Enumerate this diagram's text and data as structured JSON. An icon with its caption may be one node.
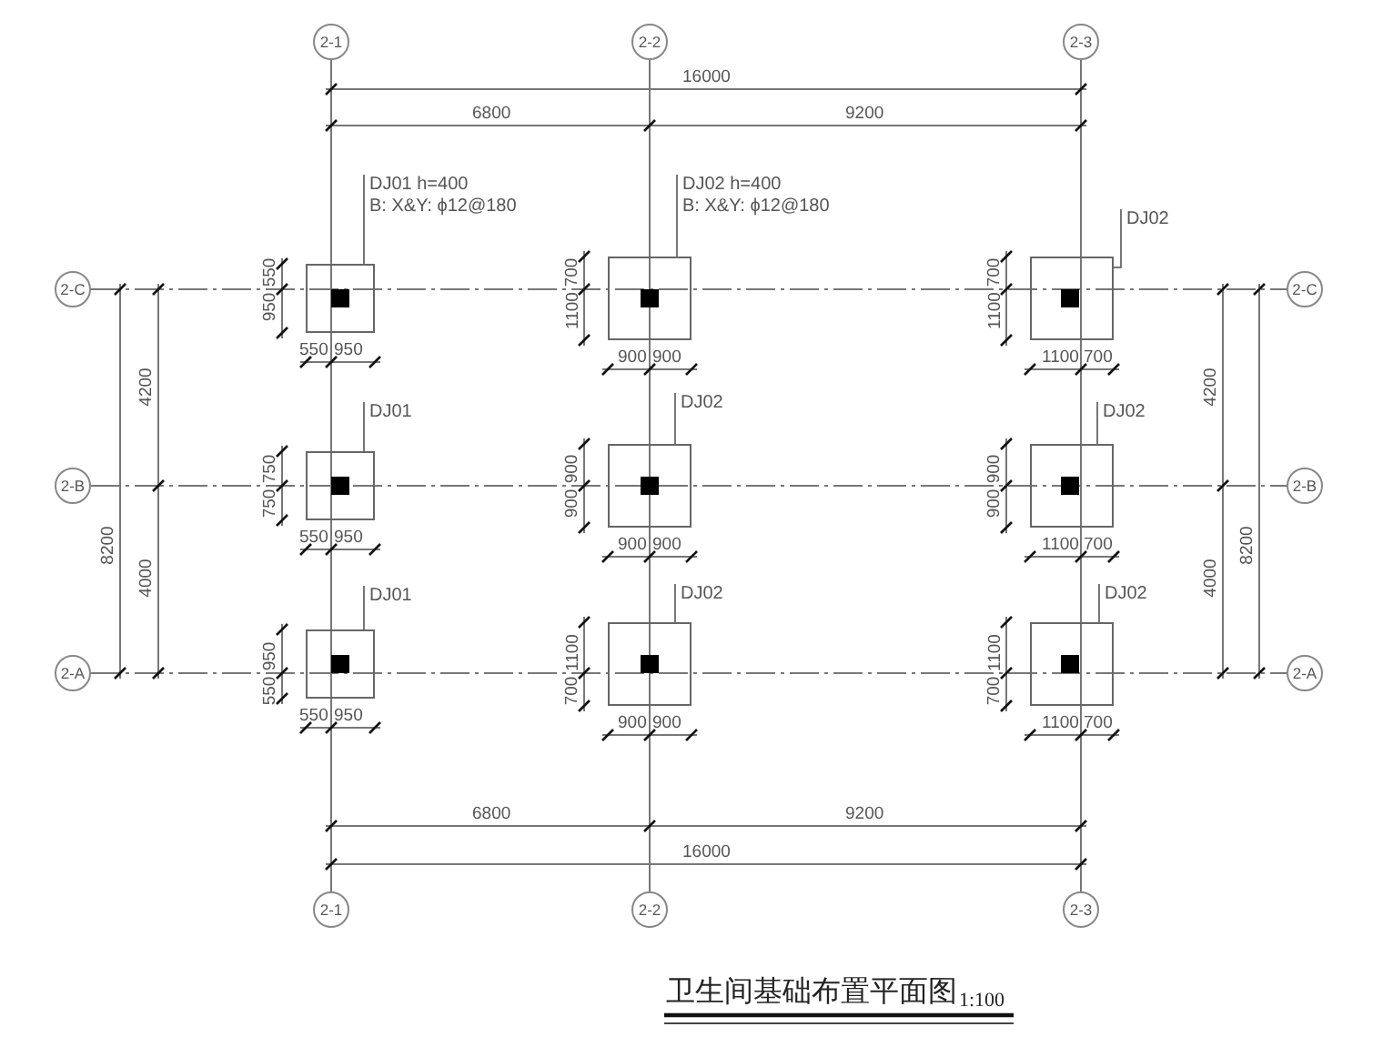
{
  "diagram": {
    "title": "卫生间基础布置平面图",
    "nodes": [
      {
        "text": [
          "2-1"
        ]
      },
      {
        "text": [
          "2-2"
        ]
      },
      {
        "text": [
          "2-3"
        ]
      },
      {
        "text": [
          "2-C"
        ]
      },
      {
        "text": [
          "DJ01 h=400",
          "B: X&Y: ϕ12@180"
        ]
      },
      {
        "text": [],
        "shape": "box"
      },
      {
        "text": [
          "DJ02 h=400",
          "B: X&Y: ϕ12@180"
        ]
      },
      {
        "text": [],
        "shape": "box"
      },
      {
        "text": [
          "DJ02"
        ]
      },
      {
        "text": [],
        "shape": "box"
      },
      {
        "text": [
          "2-C"
        ]
      },
      {
        "text": [
          "2-B"
        ]
      },
      {
        "text": [
          "DJ01"
        ]
      },
      {
        "text": [],
        "shape": "box"
      },
      {
        "text": [
          "DJ02"
        ]
      },
      {
        "text": [],
        "shape": "box"
      },
      {
        "text": [
          "DJ02"
        ]
      },
      {
        "text": [],
        "shape": "box"
      },
      {
        "text": [
          "2-B"
        ]
      },
      {
        "text": [
          "2-A"
        ]
      },
      {
        "text": [
          "DJ01"
        ]
      },
      {
        "text": [],
        "shape": "box"
      },
      {
        "text": [
          "DJ02"
        ]
      },
      {
        "text": [],
        "shape": "box"
      },
      {
        "text": [
          "DJ02"
        ]
      },
      {
        "text": [],
        "shape": "box"
      },
      {
        "text": [
          "2-A"
        ]
      },
      {
        "text": [
          "2-1"
        ]
      },
      {
        "text": [
          "2-2"
        ]
      },
      {
        "text": [
          "2-3"
        ]
      }
    ],
    "edges": [
      {
        "from": 4,
        "to": 5,
        "arrow": "none"
      },
      {
        "from": 6,
        "to": 7,
        "arrow": "none"
      },
      {
        "from": 8,
        "to": 9,
        "arrow": "none"
      },
      {
        "from": 12,
        "to": 13,
        "arrow": "none"
      },
      {
        "from": 14,
        "to": 15,
        "arrow": "none"
      },
      {
        "from": 16,
        "to": 17,
        "arrow": "none"
      },
      {
        "from": 20,
        "to": 21,
        "arrow": "none"
      },
      {
        "from": 22,
        "to": 23,
        "arrow": "none"
      },
      {
        "from": 24,
        "to": 25,
        "arrow": "none"
      }
    ],
    "labels": [
      "16000",
      "6800",
      "9200",
      "550",
      "950",
      "550",
      "950",
      "700",
      "1100",
      "900",
      "900",
      "700",
      "1100",
      "1100",
      "700",
      "750",
      "750",
      "550",
      "950",
      "900",
      "900",
      "900",
      "900",
      "900",
      "900",
      "1100",
      "700",
      "950",
      "550",
      "550",
      "950",
      "1100",
      "700",
      "900",
      "900",
      "1100",
      "700",
      "1100",
      "700",
      "4200",
      "8200",
      "4000",
      "4200",
      "8200",
      "4000",
      "6800",
      "9200",
      "16000",
      "1:100"
    ]
  }
}
